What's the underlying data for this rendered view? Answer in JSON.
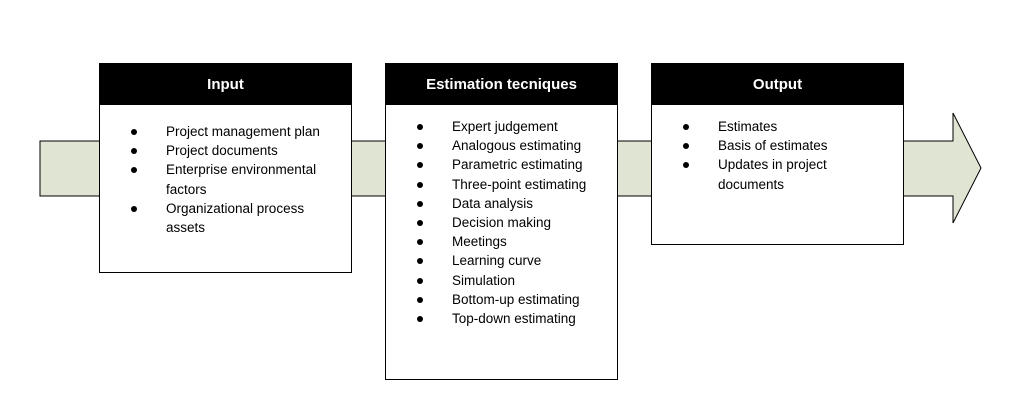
{
  "colors": {
    "arrow_fill": "#dfe5d2",
    "arrow_stroke": "#000000",
    "header_bg": "#000000",
    "header_text": "#ffffff"
  },
  "boxes": [
    {
      "title": "Input",
      "items": [
        "Project management plan",
        "Project documents",
        "Enterprise environmental factors",
        "Organizational process assets"
      ]
    },
    {
      "title": "Estimation tecniques",
      "items": [
        "Expert judgement",
        "Analogous estimating",
        "Parametric estimating",
        "Three-point estimating",
        "Data analysis",
        "Decision making",
        "Meetings",
        "Learning curve",
        "Simulation",
        "Bottom-up estimating",
        "Top-down estimating"
      ]
    },
    {
      "title": "Output",
      "items": [
        "Estimates",
        "Basis of estimates",
        "Updates in project documents"
      ]
    }
  ]
}
